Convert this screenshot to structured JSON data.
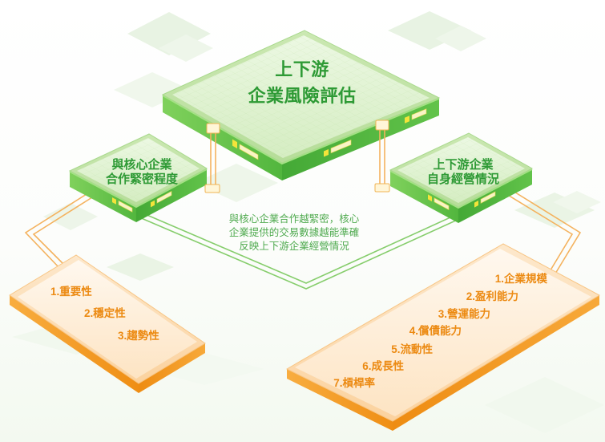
{
  "main_box": {
    "title_line1": "上下游",
    "title_line2": "企業風險評估"
  },
  "left_box": {
    "label_line1": "與核心企業",
    "label_line2": "合作緊密程度"
  },
  "right_box": {
    "label_line1": "上下游企業",
    "label_line2": "自身經營情況"
  },
  "note": {
    "lines": [
      "與核心企業合作越緊密，核心",
      "企業提供的交易數據越能準確",
      "反映上下游企業經營情況"
    ]
  },
  "left_panel": {
    "items": [
      "1.重要性",
      "2.穩定性",
      "3.趨勢性"
    ]
  },
  "right_panel": {
    "items": [
      "1.企業規模",
      "2.盈利能力",
      "3.營運能力",
      "4.償債能力",
      "5.流動性",
      "6.成長性",
      "7.槓桿率"
    ]
  },
  "colors": {
    "title_green": "#2e9a35",
    "note_green": "#4faa4f",
    "box_green": "#4cb83c",
    "panel_orange": "#f29a23",
    "item_orange": "#ec8a12"
  }
}
